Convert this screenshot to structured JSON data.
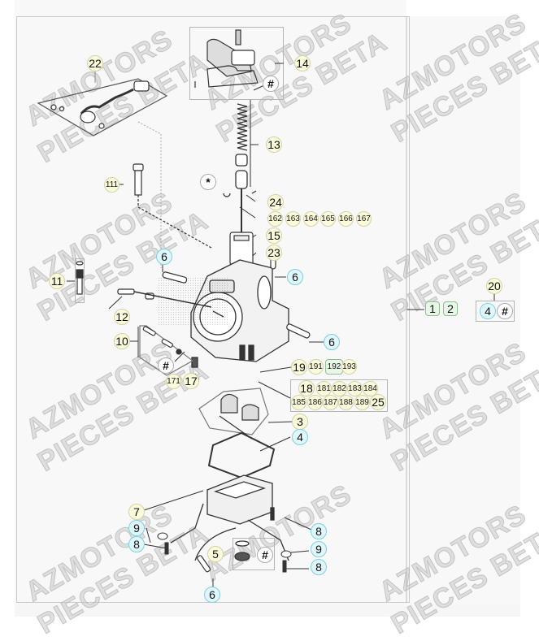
{
  "diagram": {
    "title": "Carburetor exploded parts diagram",
    "watermark": {
      "line1": "AZMOTORS",
      "line2": "PIECES BETA"
    },
    "colors": {
      "callout_yellow": "#fbfbdc",
      "callout_cyan": "#dff6fb",
      "callout_white": "#ffffff",
      "callout_green": "#e9f7e9",
      "line": "#333333",
      "frame": "#c9c9c9"
    },
    "callouts": {
      "c22": "22",
      "c14": "14",
      "c14hash": "#",
      "c13": "13",
      "c_star": "*",
      "c111": "111",
      "c24": "24",
      "c162": "162",
      "c163": "163",
      "c164": "164",
      "c165": "165",
      "c166": "166",
      "c167": "167",
      "c15": "15",
      "c23": "23",
      "c6a": "6",
      "c6b": "6",
      "c6c": "6",
      "c6d": "6",
      "c11": "11",
      "c12": "12",
      "c10": "10",
      "c10hash": "#",
      "c171": "171",
      "c17": "17",
      "c19": "19",
      "c191": "191",
      "c192": "192",
      "c193": "193",
      "c18": "18",
      "c181": "181",
      "c182": "182",
      "c183": "183",
      "c184": "184",
      "c185": "185",
      "c186": "186",
      "c187": "187",
      "c188": "188",
      "c189": "189",
      "c25": "25",
      "c3": "3",
      "c4": "4",
      "c7": "7",
      "c9a": "9",
      "c8a": "8",
      "c8b": "8",
      "c9b": "9",
      "c8c": "8",
      "c5": "5",
      "c5hash": "#",
      "c1": "1",
      "c2": "2",
      "c20": "20",
      "c20_4": "4",
      "c20hash": "#"
    }
  }
}
